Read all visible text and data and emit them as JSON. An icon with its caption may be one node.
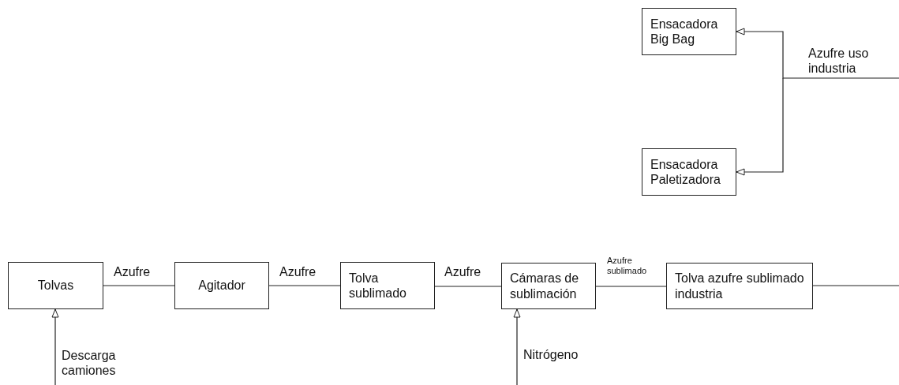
{
  "diagram": {
    "nodes": [
      {
        "text": [
          "Tolvas"
        ]
      },
      {
        "text": [
          "Agitador"
        ]
      },
      {
        "text": [
          "Tolva sublimado"
        ]
      },
      {
        "text": [
          "Cámaras de sublimación"
        ]
      },
      {
        "text": [
          "Tolva azufre sublimado industria"
        ]
      },
      {
        "text": [
          "Ensacadora Big Bag"
        ]
      },
      {
        "text": [
          "Ensacadora Paletizadora"
        ]
      }
    ],
    "edges": [
      {
        "from": 0,
        "to": 1,
        "arrow": "none",
        "label": "Azufre"
      },
      {
        "from": 1,
        "to": 2,
        "arrow": "none",
        "label": "Azufre"
      },
      {
        "from": 2,
        "to": 3,
        "arrow": "none",
        "label": "Azufre"
      },
      {
        "from": 3,
        "to": 4,
        "arrow": "none",
        "label": "Azufre sublimado"
      },
      {
        "from": null,
        "to": 0,
        "arrow": "to",
        "label": "Descarga camiones"
      },
      {
        "from": null,
        "to": 3,
        "arrow": "to",
        "label": "Nitrógeno"
      },
      {
        "from": 4,
        "to": null,
        "arrow": "none"
      },
      {
        "from": null,
        "to": 5,
        "arrow": "to",
        "label": "Azufre uso industria"
      },
      {
        "from": null,
        "to": 6,
        "arrow": "to"
      }
    ]
  }
}
